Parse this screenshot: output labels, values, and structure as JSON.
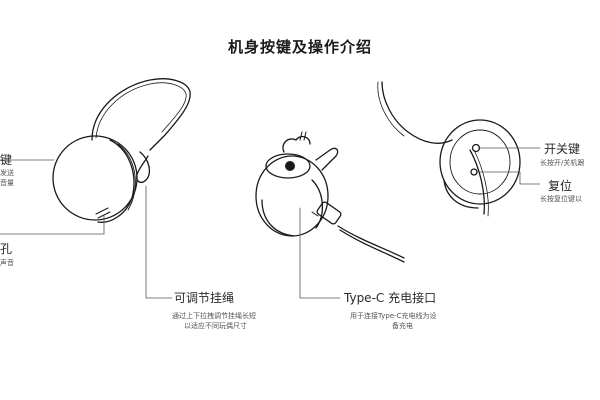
{
  "title": "机身按键及操作介绍",
  "callouts": {
    "left_button": {
      "label": "键",
      "desc_lines": [
        "发送",
        "音量"
      ]
    },
    "left_hole": {
      "label": "孔",
      "desc_lines": [
        "声音"
      ]
    },
    "lanyard": {
      "label": "可调节挂绳",
      "desc_lines": [
        "通过上下拉拽调节挂绳长短",
        "以适应不同玩偶尺寸"
      ]
    },
    "typec": {
      "label": "Type-C 充电接口",
      "desc_lines": [
        "用于连接Type-C充电线为设",
        "备充电"
      ]
    },
    "power": {
      "label": "开关键",
      "desc_lines": [
        "长按开/关机跟"
      ]
    },
    "reset": {
      "label": "复位",
      "desc_lines": [
        "长按复位键以"
      ]
    }
  }
}
